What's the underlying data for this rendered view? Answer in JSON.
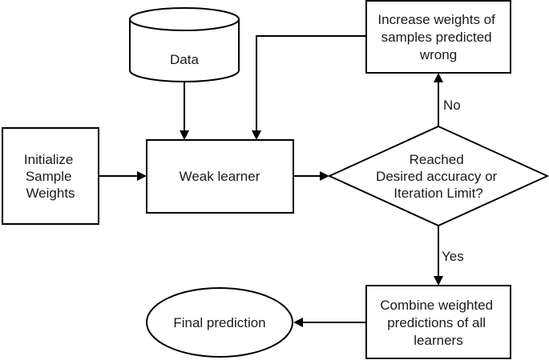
{
  "nodes": {
    "data": {
      "label": "Data"
    },
    "init": {
      "lines": [
        "Initialize",
        "Sample",
        "Weights"
      ]
    },
    "weak": {
      "label": "Weak learner"
    },
    "increase": {
      "lines": [
        "Increase weights of",
        "samples predicted",
        "wrong"
      ]
    },
    "decision": {
      "lines": [
        "Reached",
        "Desired accuracy or",
        "Iteration Limit?"
      ]
    },
    "combine": {
      "lines": [
        "Combine weighted",
        "predictions of all",
        "learners"
      ]
    },
    "final": {
      "label": "Final prediction"
    }
  },
  "edges": {
    "no": {
      "label": "No"
    },
    "yes": {
      "label": "Yes"
    }
  }
}
